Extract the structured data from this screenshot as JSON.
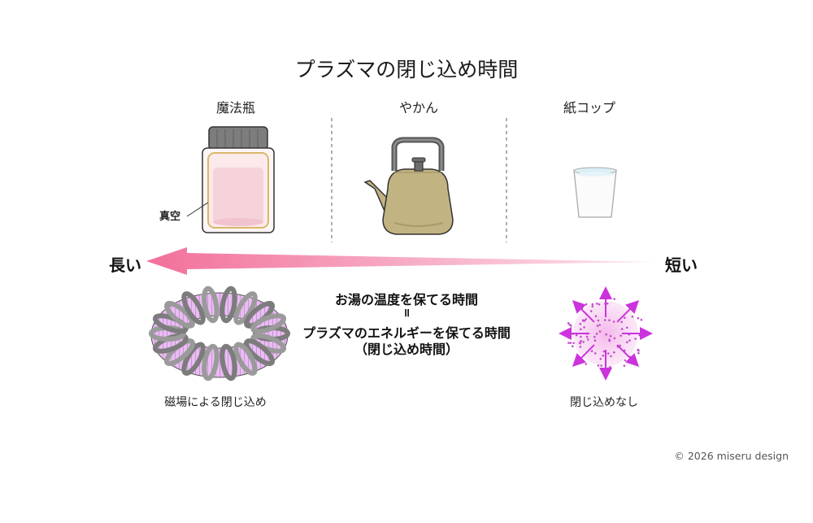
{
  "title": "プラズマの閉じ込め時間",
  "columns": {
    "thermos": {
      "label": "魔法瓶",
      "vacuum_label": "真空"
    },
    "kettle": {
      "label": "やかん"
    },
    "paper_cup": {
      "label": "紙コップ"
    }
  },
  "axis": {
    "long_label": "長い",
    "short_label": "短い"
  },
  "center": {
    "line1": "お湯の温度を保てる時間",
    "equiv_symbol": "॥",
    "line2": "プラズマのエネルギーを保てる時間",
    "line3": "（閉じ込め時間）"
  },
  "bottom": {
    "magnetic_label": "磁場による閉じ込め",
    "none_label": "閉じ込めなし"
  },
  "copyright": "© 2026 miseru design",
  "colors": {
    "arrow_pink": "#f2709a",
    "plasma_purple": "#cc33dd",
    "coil_gray": "#8a8a8a",
    "kettle_gold": "#c2b383",
    "thermos_pink": "#f6d3da"
  }
}
